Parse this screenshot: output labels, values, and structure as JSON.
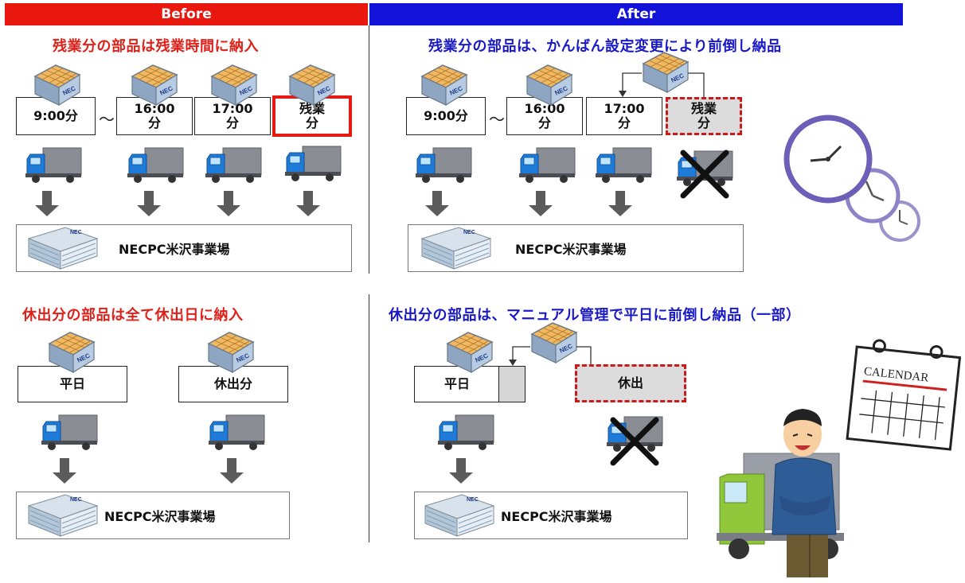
{
  "header": {
    "before_label": "Before",
    "after_label": "After"
  },
  "colors": {
    "before_header": "#e8180f",
    "after_header": "#1212d8",
    "red_text": "#e0211a",
    "blue_text": "#1919c8"
  },
  "top_left": {
    "heading": "残業分の部品は残業時間に納入",
    "slots": [
      "9:00分",
      "16:00\n分",
      "17:00\n分",
      "残業\n分"
    ],
    "tilde": "～",
    "factory": "NECPC米沢事業場"
  },
  "top_right": {
    "heading": "残業分の部品は、かんばん設定変更により前倒し納品",
    "slots": [
      "9:00分",
      "16:00\n分",
      "17:00\n分",
      "残業\n分"
    ],
    "tilde": "～",
    "factory": "NECPC米沢事業場"
  },
  "bottom_left": {
    "heading": "休出分の部品は全て休出日に納入",
    "slots": [
      "平日",
      "休出分"
    ],
    "factory": "NECPC米沢事業場"
  },
  "bottom_right": {
    "heading": "休出分の部品は、マニュアル管理で平日に前倒し納品（一部）",
    "slots": [
      "平日",
      "休出"
    ],
    "factory": "NECPC米沢事業場"
  },
  "calendar_label": "CALENDAR",
  "parts_box_label": "NEC",
  "icons": [
    "parts-box-icon",
    "truck-icon",
    "down-arrow-icon",
    "factory-icon",
    "cancel-x-icon",
    "clock-icon",
    "calendar-icon",
    "worker-icon"
  ]
}
